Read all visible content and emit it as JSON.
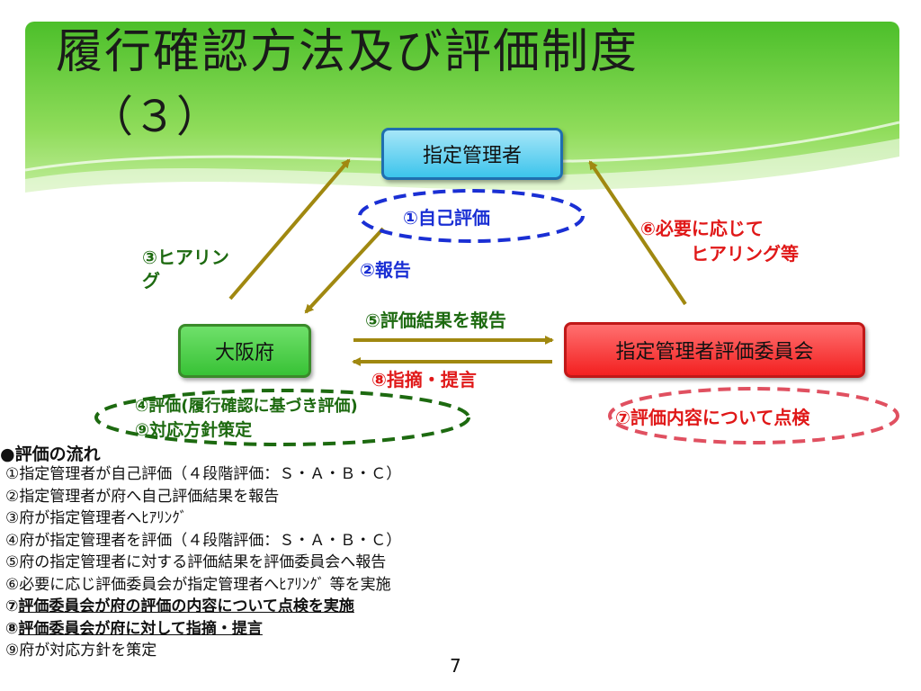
{
  "title": "履行確認方法及び評価制度",
  "subtitle": "（３）",
  "colors": {
    "banner_green": "#5bc83a",
    "manager_blue": "#3cc4ec",
    "osaka_green": "#38c236",
    "committee_red": "#f32020",
    "arrow_gold": "#a08810",
    "ellipse_blue": "#1a2fd4",
    "ellipse_green": "#1d6a10",
    "ellipse_red": "#e05060"
  },
  "nodes": {
    "manager": "指定管理者",
    "osaka": "大阪府",
    "committee": "指定管理者評価委員会"
  },
  "labels": {
    "self_eval": "①自己評価",
    "report": "②報告",
    "hearing_1": "③ヒアリン",
    "hearing_2": "グ",
    "result_report": "⑤評価結果を報告",
    "as_needed_1": "⑥必要に応じて",
    "as_needed_2": "ヒアリング等",
    "osaka_eval_1": "④評価(履行確認に基づき評価)",
    "osaka_eval_2": "⑨対応方針策定",
    "point_out": "⑧指摘・提言",
    "inspect": "⑦評価内容について点検"
  },
  "flow": {
    "heading": "●評価の流れ",
    "items": [
      {
        "marker": "",
        "text": "①指定管理者が自己評価（４段階評価：Ｓ・Ａ・Ｂ・Ｃ）",
        "bold": false
      },
      {
        "marker": "",
        "text": "②指定管理者が府へ自己評価結果を報告",
        "bold": false
      },
      {
        "marker": "",
        "text": "③府が指定管理者へﾋｱﾘﾝｸﾞ",
        "bold": false
      },
      {
        "marker": "",
        "text": "④府が指定管理者を評価（４段階評価：Ｓ・Ａ・Ｂ・Ｃ）",
        "bold": false
      },
      {
        "marker": "",
        "text": "⑤府の指定管理者に対する評価結果を評価委員会へ報告",
        "bold": false
      },
      {
        "marker": "",
        "text": "⑥必要に応じ評価委員会が指定管理者へﾋｱﾘﾝｸﾞ 等を実施",
        "bold": false
      },
      {
        "marker": "⑦",
        "text": "評価委員会が府の評価の内容について点検を実施",
        "bold": true
      },
      {
        "marker": "⑧",
        "text": "評価委員会が府に対して指摘・提言",
        "bold": true
      },
      {
        "marker": "",
        "text": "⑨府が対応方針を策定",
        "bold": false
      }
    ]
  },
  "page_number": "7"
}
